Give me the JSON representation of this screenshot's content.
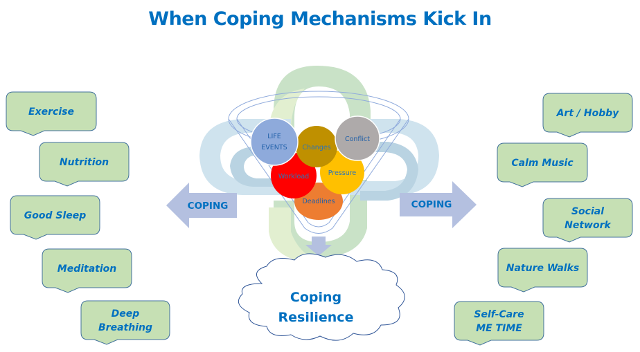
{
  "title": "When Coping Mechanisms Kick In",
  "colors": {
    "title": "#0070c0",
    "callout_fill": "#c6e0b4",
    "callout_stroke": "#41719c",
    "arrow_fill": "#b4c0e0",
    "background_blue": "#cfe3ee",
    "background_blue_dark": "#b9d3e2",
    "background_green": "#c9e2c7",
    "background_green_light": "#e2efd0"
  },
  "stressors": [
    {
      "label": "LIFE\nEVENTS",
      "color": "#8eaadb",
      "text_color": "#1f5fa8"
    },
    {
      "label": "Changes",
      "color": "#bf9000",
      "text_color": "#2e75b6"
    },
    {
      "label": "Conflict",
      "color": "#aeaaaa",
      "text_color": "#1f5fa8"
    },
    {
      "label": "Workload",
      "color": "#ff0000",
      "text_color": "#2e75b6"
    },
    {
      "label": "Pressure",
      "color": "#ffc000",
      "text_color": "#2e75b6"
    },
    {
      "label": "Deadlines",
      "color": "#ed7d31",
      "text_color": "#1f5fa8"
    }
  ],
  "arrows": {
    "left_label": "COPING",
    "right_label": "COPING"
  },
  "outcome": {
    "line1": "Coping",
    "line2": "Resilience"
  },
  "left_mechanisms": [
    {
      "label": "Exercise"
    },
    {
      "label": "Nutrition"
    },
    {
      "label": "Good Sleep"
    },
    {
      "label": "Meditation"
    },
    {
      "label": "Deep\nBreathing"
    }
  ],
  "right_mechanisms": [
    {
      "label": "Art / Hobby"
    },
    {
      "label": "Calm Music"
    },
    {
      "label": "Social\nNetwork"
    },
    {
      "label": "Nature Walks"
    },
    {
      "label": "Self-Care\nME TIME"
    }
  ]
}
